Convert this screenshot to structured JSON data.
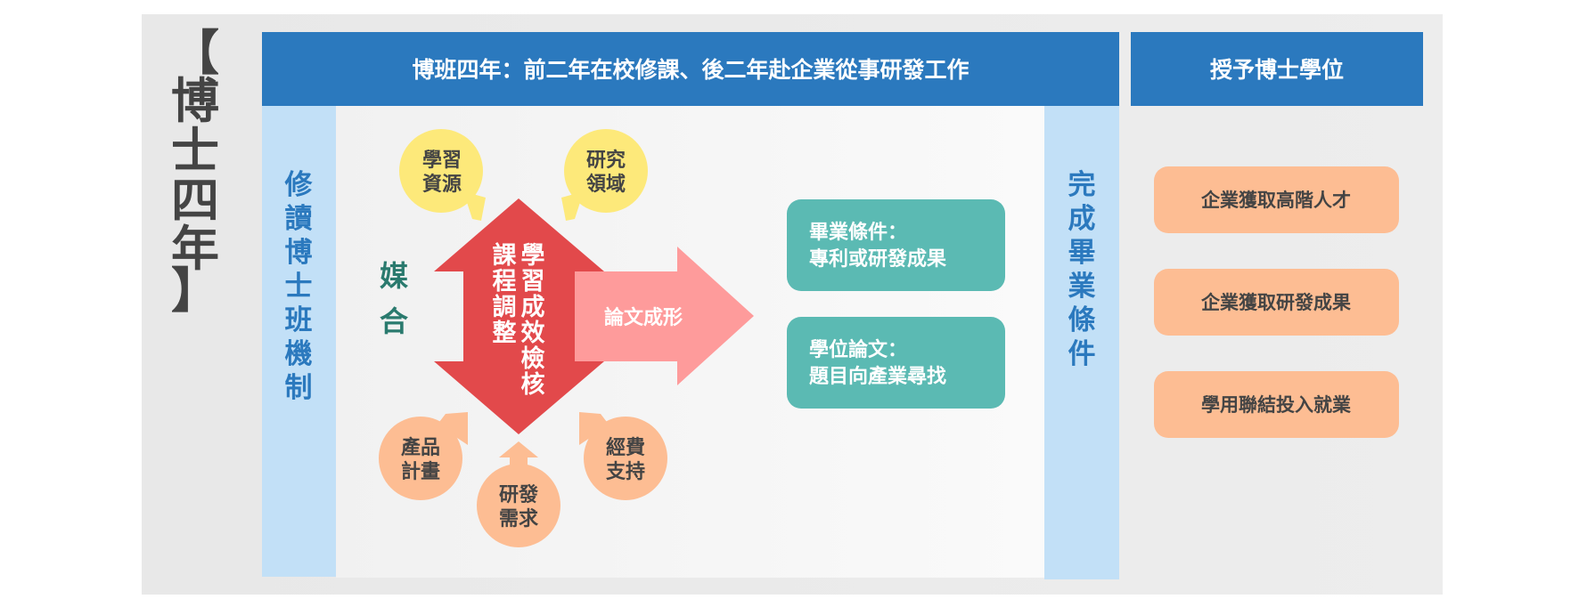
{
  "side_title": [
    "【",
    "博",
    "士",
    "四",
    "年",
    "】"
  ],
  "header": {
    "main": "博班四年：前二年在校修課、後二年赴企業從事研發工作",
    "right": "授予博士學位"
  },
  "left_column": [
    "修",
    "讀",
    "博",
    "士",
    "班",
    "機",
    "制"
  ],
  "right_column": [
    "完",
    "成",
    "畢",
    "業",
    "條",
    "件"
  ],
  "matching": [
    "媒",
    "合"
  ],
  "bubbles_top": [
    {
      "line1": "學習",
      "line2": "資源"
    },
    {
      "line1": "研究",
      "line2": "領域"
    }
  ],
  "bubbles_bottom": [
    {
      "line1": "產品",
      "line2": "計畫"
    },
    {
      "line1": "研發",
      "line2": "需求"
    },
    {
      "line1": "經費",
      "line2": "支持"
    }
  ],
  "center_arrow": {
    "col_right": [
      "學",
      "習",
      "成",
      "效",
      "檢",
      "核"
    ],
    "col_left": [
      "課",
      "程",
      "調",
      "整"
    ]
  },
  "right_arrow": "論文成形",
  "requirements": [
    {
      "line1": "畢業條件：",
      "line2": "專利或研發成果"
    },
    {
      "line1": "學位論文：",
      "line2": "題目向產業尋找"
    }
  ],
  "outcomes": [
    "企業獲取高階人才",
    "企業獲取研發成果",
    "學用聯結投入就業"
  ],
  "colors": {
    "header_blue": "#2b79be",
    "light_blue": "#c2e0f7",
    "teal": "#5bbab3",
    "orange": "#fdbd93",
    "yellow": "#fde97a",
    "red": "#e2494b",
    "pink": "#fe9b9b",
    "match_text": "#2a7a6e"
  }
}
